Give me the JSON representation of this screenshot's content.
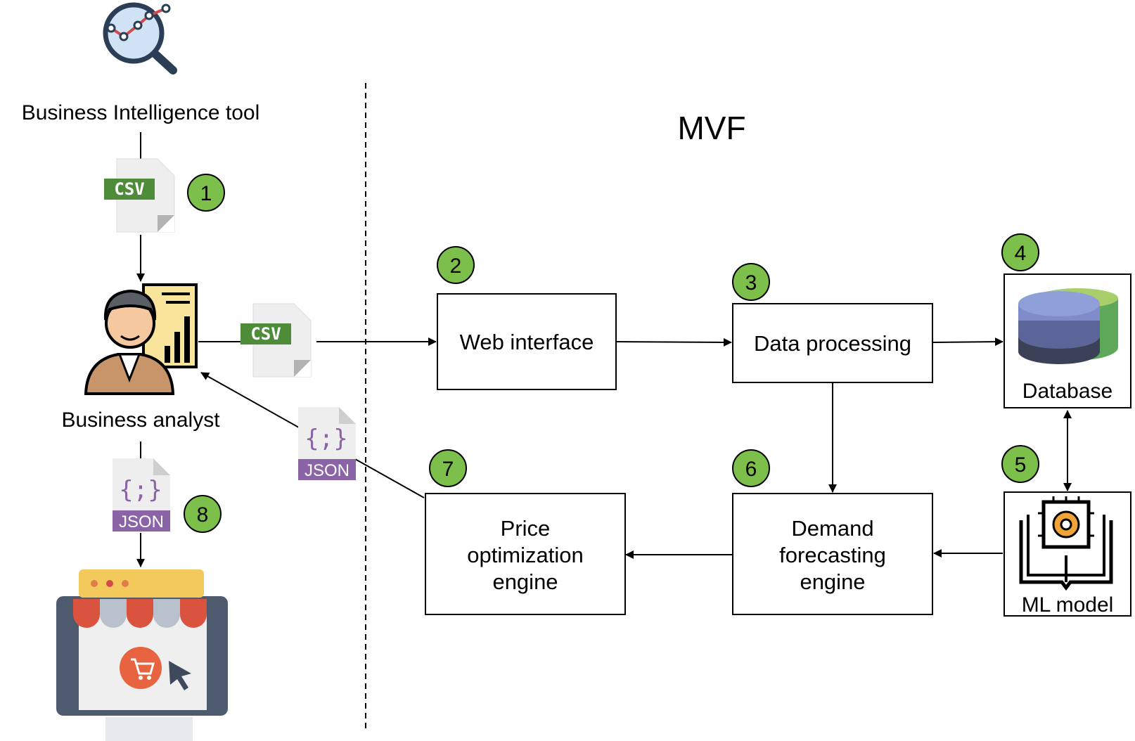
{
  "title": "MVF",
  "actors": {
    "bi_tool": "Business Intelligence tool",
    "analyst": "Business analyst"
  },
  "boxes": {
    "web_interface": "Web interface",
    "data_processing": "Data processing",
    "database": "Database",
    "ml_model": "ML model",
    "demand": [
      "Demand",
      "forecasting",
      "engine"
    ],
    "price": [
      "Price",
      "optimization",
      "engine"
    ]
  },
  "files": {
    "csv": "CSV",
    "json": "JSON",
    "json_braces": "{;}"
  },
  "steps": [
    "1",
    "2",
    "3",
    "4",
    "5",
    "6",
    "7",
    "8"
  ],
  "colors": {
    "step_badge": "#7cc04b",
    "csv_green": "#4e8c3a",
    "json_purple": "#8a64a6",
    "divider": "#000000"
  },
  "icons": {
    "bi_tool": "magnifier-chart-icon",
    "analyst": "businessman-chart-icon",
    "database": "database-cylinders-icon",
    "ml_model": "chip-book-icon",
    "store": "online-store-icon"
  }
}
